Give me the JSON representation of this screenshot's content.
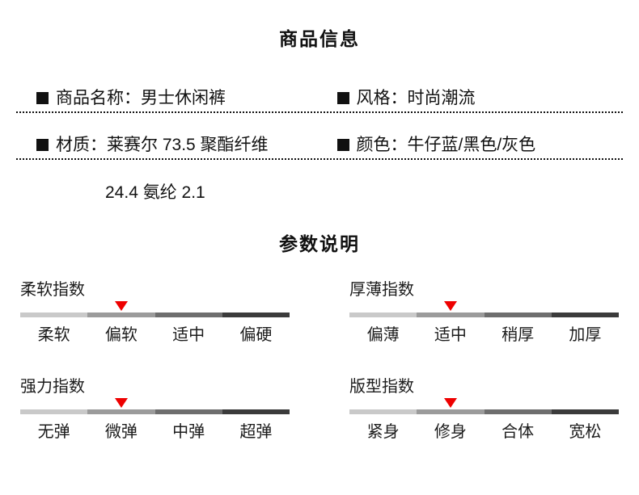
{
  "product_info": {
    "title": "商品信息",
    "rows": [
      [
        "商品名称：男士休闲裤",
        "风格：时尚潮流"
      ],
      [
        "材质：莱赛尔 73.5 聚酯纤维",
        "颜色：牛仔蓝/黑色/灰色"
      ]
    ],
    "continuation": "24.4 氨纶 2.1"
  },
  "parameters": {
    "title": "参数说明",
    "colors": {
      "marker": "#ee0000",
      "segments": [
        "#c9c9c9",
        "#9b9b9b",
        "#6e6e6e",
        "#3b3b3b"
      ],
      "text": "#111111"
    },
    "sliders": [
      {
        "name": "柔软指数",
        "levels": [
          "柔软",
          "偏软",
          "适中",
          "偏硬"
        ],
        "selected_index": 1,
        "selected": "偏软"
      },
      {
        "name": "厚薄指数",
        "levels": [
          "偏薄",
          "适中",
          "稍厚",
          "加厚"
        ],
        "selected_index": 1,
        "selected": "适中"
      },
      {
        "name": "强力指数",
        "levels": [
          "无弹",
          "微弹",
          "中弹",
          "超弹"
        ],
        "selected_index": 1,
        "selected": "微弹"
      },
      {
        "name": "版型指数",
        "levels": [
          "紧身",
          "修身",
          "合体",
          "宽松"
        ],
        "selected_index": 1,
        "selected": "修身"
      }
    ]
  }
}
